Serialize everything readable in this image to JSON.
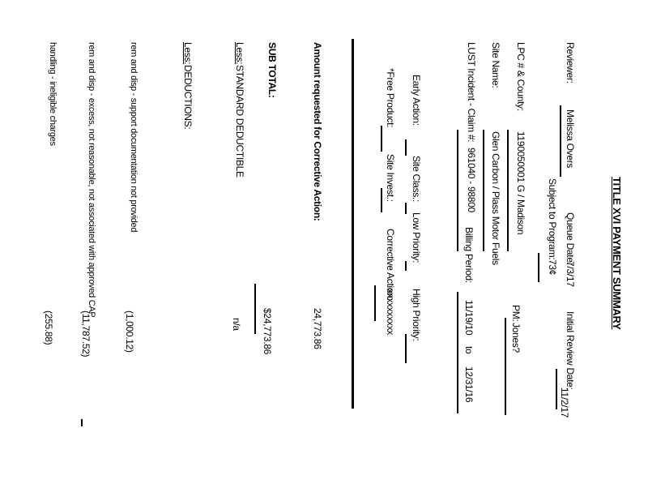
{
  "form": {
    "title": "TITLE XVI PAYMENT SUMMARY",
    "reviewer_label": "Reviewer:",
    "reviewer_value": "Melissa Overs",
    "queue_date_label": "Queue Date:",
    "queue_date_value": "7/3/17",
    "initial_review_label": "Initial Review Date:",
    "initial_review_value": "11/2/17",
    "subject_label": "Subject to Program:",
    "subject_value": "73¢",
    "pm_label": "PM:",
    "pm_value": "Jones?",
    "lpc_label": "LPC # & County:",
    "lpc_value": "1190050001 G / Madison",
    "site_name_label": "Site Name:",
    "site_name_value": "Glen Carbon / Plass Motor Fuels",
    "lust_label": "LUST Incident - Claim #:",
    "lust_value": "961040 - 98800",
    "billing_label": "Billing Period:",
    "billing_from": "11/19/10",
    "billing_to_label": "to",
    "billing_to": "12/31/16",
    "early_action_label": "Early Action:",
    "site_class_label": "Site Class.:",
    "low_priority_label": "Low Priority:",
    "high_priority_label": "High Priority:",
    "free_product_label": "*Free Product:",
    "site_invest_label": "Site Invest.:",
    "corrective_label": "Corrective Action:",
    "corrective_value": "xxxxxxxxxx",
    "amount_label": "Amount requested for Corrective Action:",
    "amount_value": "24,773.86",
    "subtotal_label": "SUB TOTAL:",
    "subtotal_value": "$24,773.86",
    "less_label": "Less:",
    "deductible_label": "STANDARD DEDUCTIBLE",
    "deductible_value": "n/a",
    "deductions_label": "DEDUCTIONS:",
    "item1_text": "rem and disp - support documentation not provided",
    "item1_value": "(1,000.12)",
    "item2_text": "rem and disp - excess, not reasonable, not associated with approved CAP",
    "item2_value": "(11,787.52)",
    "item3_text": "handling - ineligible charges",
    "item3_value": "(255.88)"
  }
}
